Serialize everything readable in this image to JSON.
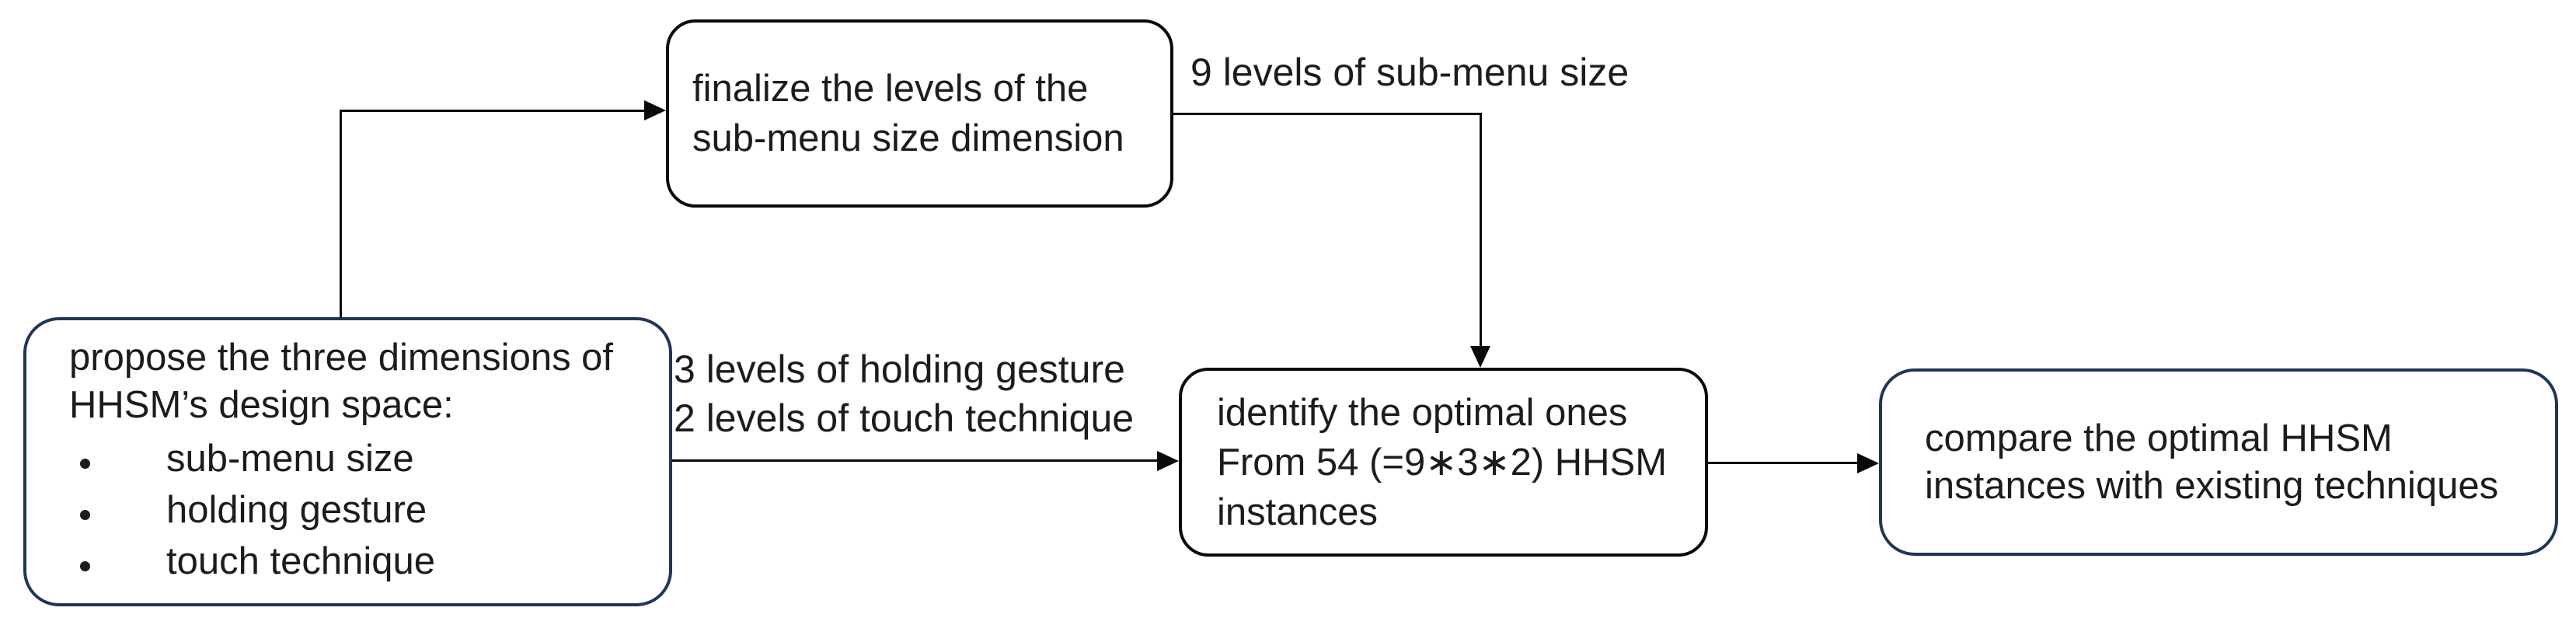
{
  "boxes": {
    "propose": {
      "line1": "propose the three dimensions of",
      "line2": "HHSM’s design space:",
      "bullets": [
        "sub-menu size",
        "holding gesture",
        "touch technique"
      ]
    },
    "finalize": {
      "line1": "finalize the levels of the",
      "line2": "sub-menu size dimension"
    },
    "identify": {
      "line1": "identify the optimal ones",
      "line2": "From 54 (=9∗3∗2) HHSM",
      "line3": "instances"
    },
    "compare": {
      "line1": "compare the optimal HHSM",
      "line2": "instances with existing techniques"
    }
  },
  "edge_labels": {
    "submenu_size": "9 levels of sub-menu size",
    "holding_gesture": "3 levels of holding gesture",
    "touch_technique": "2 levels of touch technique"
  },
  "colors": {
    "navy_border": "#203655",
    "black_border": "#0a0a0a",
    "text": "#1c1c1c",
    "background": "#ffffff"
  }
}
